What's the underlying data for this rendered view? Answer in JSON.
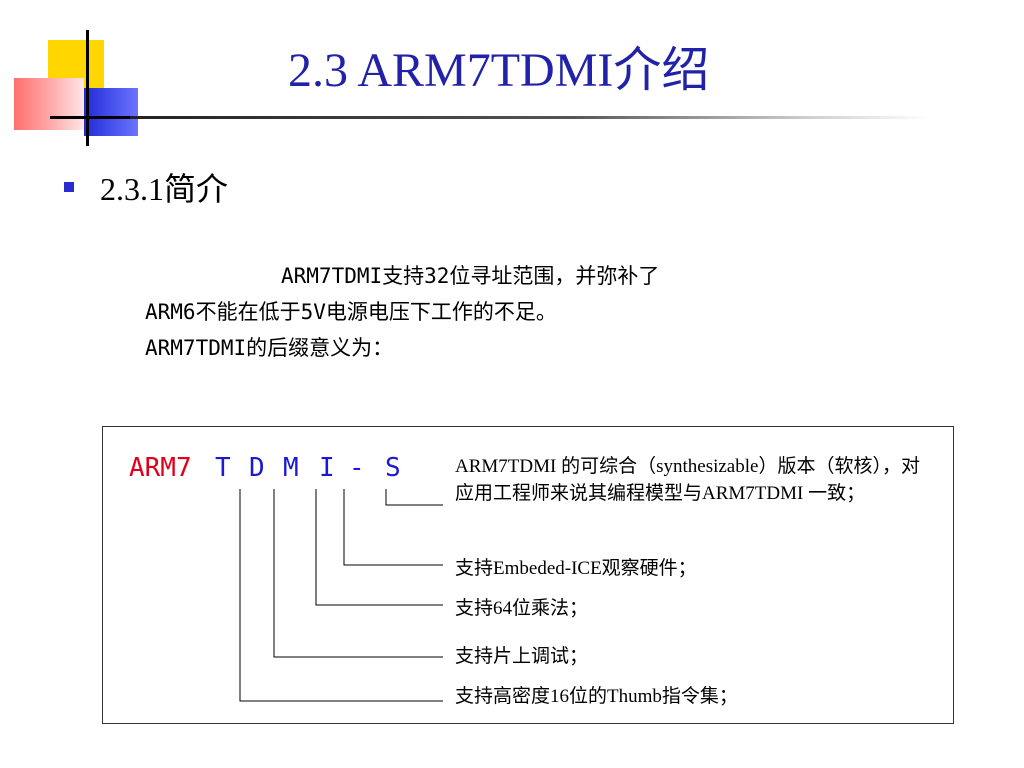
{
  "slide": {
    "title": "2.3  ARM7TDMI介绍",
    "bullet": "2.3.1简介"
  },
  "intro": {
    "line1": "ARM7TDMI支持32位寻址范围，并弥补了",
    "line2": "ARM6不能在低于5V电源电压下工作的不足。",
    "line3": "ARM7TDMI的后缀意义为："
  },
  "diagram": {
    "prefix": "ARM7",
    "letters": [
      "T",
      "D",
      "M",
      "I",
      "-",
      "S"
    ],
    "descriptions": {
      "S": "ARM7TDMI 的可综合（synthesizable）版本（软核），对应用工程师来说其编程模型与ARM7TDMI 一致；",
      "I": "支持Embeded-ICE观察硬件；",
      "M": "支持64位乘法；",
      "D": "支持片上调试；",
      "T": "支持高密度16位的Thumb指令集；"
    }
  },
  "colors": {
    "title": "#2222a8",
    "bullet": "#2b2bd0",
    "prefix": "#e0001b",
    "letters": "#1a1ad6"
  }
}
